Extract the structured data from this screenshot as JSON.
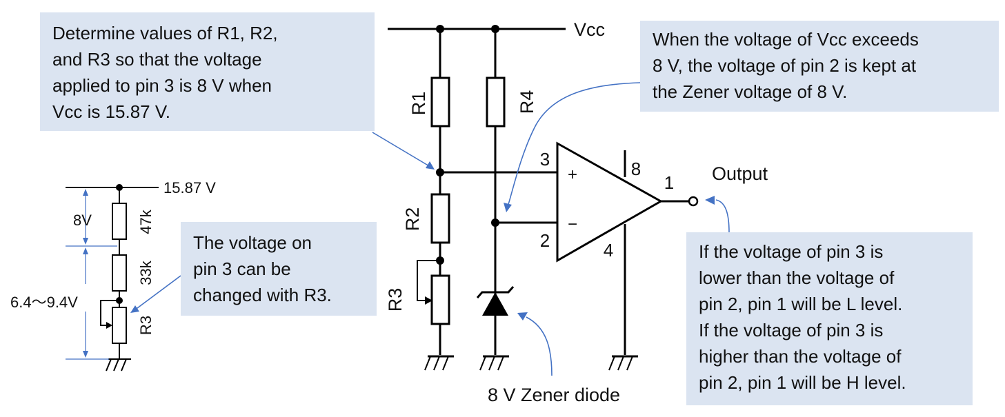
{
  "callouts": {
    "determine": "Determine values of R1, R2,\nand R3 so that the voltage\napplied to pin 3 is 8 V when\nVcc is 15.87 V.",
    "zener_kept": "When the voltage of Vcc exceeds\n8 V, the voltage of pin 2 is kept at\nthe Zener voltage of  8 V.",
    "pin3_changed": "The voltage on\npin 3 can be\nchanged with R3.",
    "output_rule": "If the voltage of pin 3 is\nlower than the voltage of\npin 2, pin 1 will be L level.\nIf the voltage of pin 3 is\nhigher than the voltage of\npin 2, pin 1 will be H level."
  },
  "main_circuit": {
    "vcc": "Vcc",
    "r1": "R1",
    "r2": "R2",
    "r3": "R3",
    "r4": "R4",
    "pin1": "1",
    "pin2": "2",
    "pin3": "3",
    "pin4": "4",
    "pin8": "8",
    "plus": "+",
    "minus": "−",
    "output": "Output",
    "zener_label": "8 V Zener diode"
  },
  "divider": {
    "supply": "15.87 V",
    "drop": "8V",
    "range": "6.4～9.4V",
    "r_top": "47k",
    "r_mid": "33k",
    "r_var": "R3"
  },
  "colors": {
    "callout_bg": "#dbe4f1",
    "annotation": "#4472c4"
  }
}
